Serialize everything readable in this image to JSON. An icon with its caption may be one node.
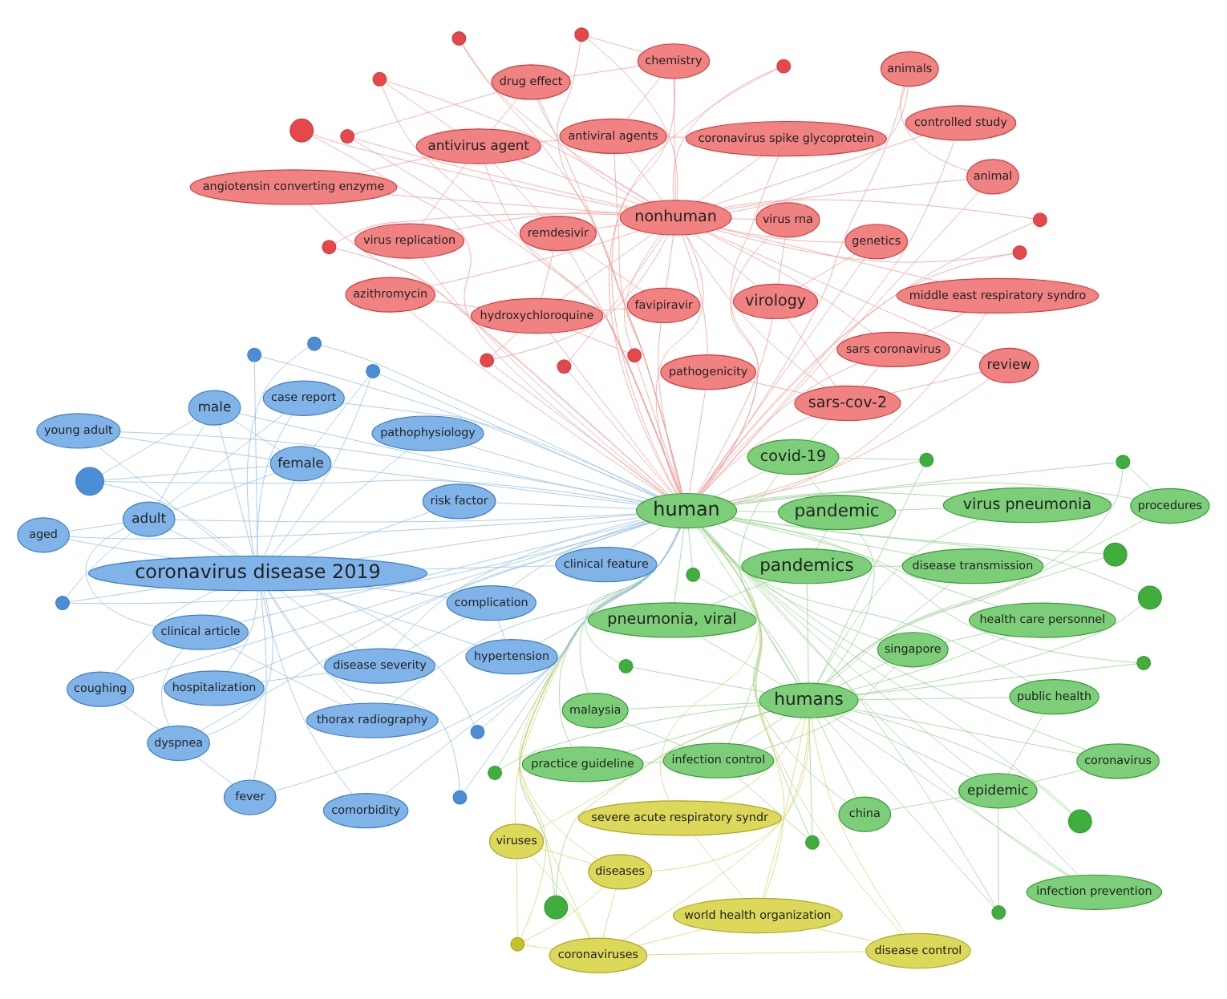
{
  "diagram": {
    "nodes": [
      {
        "text": [
          "coronaviruses"
        ]
      },
      {
        "text": [
          "disease control"
        ]
      },
      {
        "text": [],
        "shape": "circle"
      },
      {
        "text": [
          "viruses"
        ]
      },
      {
        "text": [
          "public health"
        ]
      },
      {
        "text": [
          "infection control"
        ]
      },
      {
        "text": [],
        "shape": "circle"
      },
      {
        "text": [
          "coronavirus"
        ]
      },
      {
        "text": [],
        "shape": "circle"
      },
      {
        "text": [
          "world health organization"
        ]
      },
      {
        "text": [],
        "shape": "circle"
      },
      {
        "text": [
          "malaysia"
        ]
      },
      {
        "text": [
          "diseases"
        ]
      },
      {
        "text": [
          "singapore"
        ]
      },
      {
        "text": [],
        "shape": "circle"
      },
      {
        "text": [
          "epidemic"
        ]
      },
      {
        "text": [
          "disease transmission"
        ]
      },
      {
        "text": [],
        "shape": "circle"
      },
      {
        "text": [
          "severe acute respiratory syndr"
        ]
      },
      {
        "text": [
          "china"
        ]
      },
      {
        "text": [],
        "shape": "circle"
      },
      {
        "text": [
          "practice guideline"
        ]
      },
      {
        "text": [
          "procedures"
        ]
      },
      {
        "text": [
          "health care personnel"
        ]
      },
      {
        "text": [
          "pandemics"
        ]
      },
      {
        "text": [
          "infection prevention"
        ]
      },
      {
        "text": [
          "covid-19"
        ]
      },
      {
        "text": [
          "sars coronavirus"
        ]
      },
      {
        "text": [],
        "shape": "circle"
      },
      {
        "text": [],
        "shape": "circle"
      },
      {
        "text": [],
        "shape": "circle"
      },
      {
        "text": [
          "middle east respiratory syndro"
        ]
      },
      {
        "text": [
          "pneumonia, viral"
        ]
      },
      {
        "text": [
          "humans"
        ]
      },
      {
        "text": [
          "sars-cov-2"
        ]
      },
      {
        "text": [],
        "shape": "circle"
      },
      {
        "text": [],
        "shape": "circle"
      },
      {
        "text": [
          "animals"
        ]
      },
      {
        "text": [
          "pandemic"
        ]
      },
      {
        "text": [
          "young adult"
        ]
      },
      {
        "text": [],
        "shape": "circle"
      },
      {
        "text": [],
        "shape": "circle"
      },
      {
        "text": [
          "pathogenicity"
        ]
      },
      {
        "text": [
          "genetics"
        ]
      },
      {
        "text": [
          "animal"
        ]
      },
      {
        "text": [],
        "shape": "circle"
      },
      {
        "text": [],
        "shape": "circle"
      },
      {
        "text": [
          "virus pneumonia"
        ]
      },
      {
        "text": [
          "coronavirus spike glycoprotein"
        ]
      },
      {
        "text": [
          "human"
        ]
      },
      {
        "text": [
          "female"
        ]
      },
      {
        "text": [],
        "shape": "circle"
      },
      {
        "text": [
          "virology"
        ]
      },
      {
        "text": [
          "chemistry"
        ]
      },
      {
        "text": [
          "virus rna"
        ]
      },
      {
        "text": [],
        "shape": "circle"
      },
      {
        "text": [
          "coronavirus disease 2019"
        ]
      },
      {
        "text": [
          "male"
        ]
      },
      {
        "text": [],
        "shape": "circle"
      },
      {
        "text": [],
        "shape": "circle"
      },
      {
        "text": [],
        "shape": "circle"
      },
      {
        "text": [
          "antiviral agents"
        ]
      },
      {
        "text": [],
        "shape": "circle"
      },
      {
        "text": [
          "nonhuman"
        ]
      },
      {
        "text": [],
        "shape": "circle"
      },
      {
        "text": [
          "coughing"
        ]
      },
      {
        "text": [
          "risk factor"
        ]
      },
      {
        "text": [
          "controlled study"
        ]
      },
      {
        "text": [],
        "shape": "circle"
      },
      {
        "text": [
          "virus replication"
        ]
      },
      {
        "text": [
          "comorbidity"
        ]
      },
      {
        "text": [
          "adult"
        ]
      },
      {
        "text": [
          "drug effect"
        ]
      },
      {
        "text": [
          "aged"
        ]
      },
      {
        "text": [],
        "shape": "circle"
      },
      {
        "text": [
          "review"
        ]
      },
      {
        "text": [
          "disease severity"
        ]
      },
      {
        "text": [
          "antivirus agent"
        ]
      },
      {
        "text": [
          "fever"
        ]
      },
      {
        "text": [
          "dyspnea"
        ]
      },
      {
        "text": [
          "angiotensin converting enzyme"
        ]
      },
      {
        "text": [],
        "shape": "circle"
      },
      {
        "text": [
          "clinical feature"
        ]
      },
      {
        "text": [
          "thorax radiography"
        ]
      },
      {
        "text": [],
        "shape": "circle"
      },
      {
        "text": [],
        "shape": "circle"
      },
      {
        "text": [
          "complication"
        ]
      },
      {
        "text": [],
        "shape": "circle"
      },
      {
        "text": [
          "remdesivir"
        ]
      },
      {
        "text": [],
        "shape": "circle"
      },
      {
        "text": [
          "case report"
        ]
      },
      {
        "text": [
          "hospitalization"
        ]
      },
      {
        "text": [
          "pathophysiology"
        ]
      },
      {
        "text": [
          "clinical article"
        ]
      },
      {
        "text": [
          "hydroxychloroquine"
        ]
      },
      {
        "text": [],
        "shape": "circle"
      },
      {
        "text": [
          "favipiravir"
        ]
      },
      {
        "text": [
          "hypertension"
        ]
      },
      {
        "text": [],
        "shape": "circle"
      },
      {
        "text": [
          "azithromycin"
        ]
      }
    ],
    "edges": [
      {
        "from": 0,
        "to": 49,
        "arrow": "none",
        "color": "#dcd87a"
      },
      {
        "from": 1,
        "to": 49,
        "arrow": "none",
        "color": "#dcd87a"
      },
      {
        "from": 2,
        "to": 49,
        "arrow": "none",
        "color": "#9ed59a"
      },
      {
        "from": 3,
        "to": 49,
        "arrow": "none",
        "color": "#dcd87a"
      },
      {
        "from": 4,
        "to": 49,
        "arrow": "none",
        "color": "#9ed59a"
      },
      {
        "from": 5,
        "to": 49,
        "arrow": "none",
        "color": "#9ed59a"
      },
      {
        "from": 6,
        "to": 49,
        "arrow": "none",
        "color": "#9ed59a"
      },
      {
        "from": 7,
        "to": 49,
        "arrow": "none",
        "color": "#9ed59a"
      },
      {
        "from": 8,
        "to": 49,
        "arrow": "none",
        "color": "#dcd87a"
      },
      {
        "from": 9,
        "to": 49,
        "arrow": "none",
        "color": "#dcd87a"
      },
      {
        "from": 10,
        "to": 49,
        "arrow": "none",
        "color": "#9ed59a"
      },
      {
        "from": 11,
        "to": 49,
        "arrow": "none",
        "color": "#9ed59a"
      },
      {
        "from": 12,
        "to": 49,
        "arrow": "none",
        "color": "#dcd87a"
      },
      {
        "from": 13,
        "to": 49,
        "arrow": "none",
        "color": "#9ed59a"
      },
      {
        "from": 14,
        "to": 49,
        "arrow": "none",
        "color": "#9ed59a"
      },
      {
        "from": 15,
        "to": 49,
        "arrow": "none",
        "color": "#9ed59a"
      },
      {
        "from": 16,
        "to": 49,
        "arrow": "none",
        "color": "#9ed59a"
      },
      {
        "from": 17,
        "to": 49,
        "arrow": "none",
        "color": "#9ed59a"
      },
      {
        "from": 18,
        "to": 49,
        "arrow": "none",
        "color": "#dcd87a"
      },
      {
        "from": 19,
        "to": 49,
        "arrow": "none",
        "color": "#9ed59a"
      },
      {
        "from": 20,
        "to": 49,
        "arrow": "none",
        "color": "#9ed59a"
      },
      {
        "from": 21,
        "to": 49,
        "arrow": "none",
        "color": "#9ed59a"
      },
      {
        "from": 22,
        "to": 49,
        "arrow": "none",
        "color": "#9ed59a"
      },
      {
        "from": 23,
        "to": 49,
        "arrow": "none",
        "color": "#9ed59a"
      },
      {
        "from": 24,
        "to": 49,
        "arrow": "none",
        "color": "#9ed59a"
      },
      {
        "from": 25,
        "to": 49,
        "arrow": "none",
        "color": "#9ed59a"
      },
      {
        "from": 26,
        "to": 49,
        "arrow": "none",
        "color": "#9ed59a"
      },
      {
        "from": 27,
        "to": 49,
        "arrow": "none"
      },
      {
        "from": 28,
        "to": 49,
        "arrow": "none",
        "color": "#9ed59a"
      },
      {
        "from": 29,
        "to": 49,
        "arrow": "none",
        "color": "#9ed59a"
      },
      {
        "from": 30,
        "to": 49,
        "arrow": "none"
      },
      {
        "from": 31,
        "to": 49,
        "arrow": "none"
      },
      {
        "from": 32,
        "to": 49,
        "arrow": "none",
        "color": "#9ed59a"
      },
      {
        "from": 33,
        "to": 49,
        "arrow": "none",
        "color": "#9ed59a"
      },
      {
        "from": 34,
        "to": 49,
        "arrow": "none"
      },
      {
        "from": 35,
        "to": 49,
        "arrow": "none",
        "color": "#9ed59a"
      },
      {
        "from": 36,
        "to": 49,
        "arrow": "none",
        "color": "#9ed59a"
      },
      {
        "from": 37,
        "to": 49,
        "arrow": "none"
      },
      {
        "from": 38,
        "to": 49,
        "arrow": "none",
        "color": "#9ed59a"
      },
      {
        "from": 39,
        "to": 49,
        "arrow": "none",
        "color": "#9cc3ea"
      },
      {
        "from": 40,
        "to": 49,
        "arrow": "none",
        "color": "#9ed59a"
      },
      {
        "from": 41,
        "to": 49,
        "arrow": "none"
      },
      {
        "from": 42,
        "to": 49,
        "arrow": "none"
      },
      {
        "from": 43,
        "to": 49,
        "arrow": "none"
      },
      {
        "from": 44,
        "to": 49,
        "arrow": "none"
      },
      {
        "from": 45,
        "to": 49,
        "arrow": "none"
      },
      {
        "from": 46,
        "to": 49,
        "arrow": "none",
        "color": "#9ed59a"
      },
      {
        "from": 47,
        "to": 49,
        "arrow": "none",
        "color": "#9ed59a"
      },
      {
        "from": 48,
        "to": 49,
        "arrow": "none"
      },
      {
        "from": 50,
        "to": 49,
        "arrow": "none",
        "color": "#9cc3ea"
      },
      {
        "from": 51,
        "to": 49,
        "arrow": "none",
        "color": "#9cc3ea"
      },
      {
        "from": 52,
        "to": 49,
        "arrow": "none"
      },
      {
        "from": 53,
        "to": 49,
        "arrow": "none"
      },
      {
        "from": 54,
        "to": 49,
        "arrow": "none"
      },
      {
        "from": 55,
        "to": 49,
        "arrow": "none",
        "color": "#9cc3ea"
      },
      {
        "from": 56,
        "to": 49,
        "arrow": "none",
        "color": "#9cc3ea"
      },
      {
        "from": 57,
        "to": 49,
        "arrow": "none",
        "color": "#9cc3ea"
      },
      {
        "from": 58,
        "to": 49,
        "arrow": "none"
      },
      {
        "from": 59,
        "to": 49,
        "arrow": "none"
      },
      {
        "from": 60,
        "to": 49,
        "arrow": "none"
      },
      {
        "from": 61,
        "to": 49,
        "arrow": "none"
      },
      {
        "from": 62,
        "to": 49,
        "arrow": "none",
        "color": "#9cc3ea"
      },
      {
        "from": 63,
        "to": 49,
        "arrow": "none"
      },
      {
        "from": 64,
        "to": 49,
        "arrow": "none"
      },
      {
        "from": 65,
        "to": 49,
        "arrow": "none",
        "color": "#9cc3ea"
      },
      {
        "from": 66,
        "to": 49,
        "arrow": "none",
        "color": "#9cc3ea"
      },
      {
        "from": 67,
        "to": 49,
        "arrow": "none"
      },
      {
        "from": 68,
        "to": 49,
        "arrow": "none",
        "color": "#9cc3ea"
      },
      {
        "from": 69,
        "to": 49,
        "arrow": "none"
      },
      {
        "from": 70,
        "to": 49,
        "arrow": "none",
        "color": "#9cc3ea"
      },
      {
        "from": 71,
        "to": 49,
        "arrow": "none",
        "color": "#9cc3ea"
      },
      {
        "from": 72,
        "to": 49,
        "arrow": "none"
      },
      {
        "from": 73,
        "to": 49,
        "arrow": "none",
        "color": "#9cc3ea"
      },
      {
        "from": 74,
        "to": 49,
        "arrow": "none"
      },
      {
        "from": 75,
        "to": 49,
        "arrow": "none"
      },
      {
        "from": 76,
        "to": 49,
        "arrow": "none",
        "color": "#9cc3ea"
      },
      {
        "from": 77,
        "to": 49,
        "arrow": "none"
      },
      {
        "from": 78,
        "to": 49,
        "arrow": "none",
        "color": "#9cc3ea"
      },
      {
        "from": 79,
        "to": 49,
        "arrow": "none",
        "color": "#9cc3ea"
      },
      {
        "from": 80,
        "to": 49,
        "arrow": "none"
      },
      {
        "from": 81,
        "to": 49,
        "arrow": "none"
      },
      {
        "from": 82,
        "to": 49,
        "arrow": "none",
        "color": "#9cc3ea"
      },
      {
        "from": 83,
        "to": 49,
        "arrow": "none",
        "color": "#9cc3ea"
      },
      {
        "from": 84,
        "to": 49,
        "arrow": "none",
        "color": "#9cc3ea"
      },
      {
        "from": 85,
        "to": 49,
        "arrow": "none",
        "color": "#9cc3ea"
      },
      {
        "from": 86,
        "to": 49,
        "arrow": "none",
        "color": "#9cc3ea"
      },
      {
        "from": 87,
        "to": 49,
        "arrow": "none"
      },
      {
        "from": 88,
        "to": 49,
        "arrow": "none"
      },
      {
        "from": 89,
        "to": 49,
        "arrow": "none"
      },
      {
        "from": 90,
        "to": 49,
        "arrow": "none",
        "color": "#9cc3ea"
      },
      {
        "from": 91,
        "to": 49,
        "arrow": "none",
        "color": "#9cc3ea"
      },
      {
        "from": 92,
        "to": 49,
        "arrow": "none",
        "color": "#9cc3ea"
      },
      {
        "from": 93,
        "to": 49,
        "arrow": "none",
        "color": "#9cc3ea"
      },
      {
        "from": 94,
        "to": 49,
        "arrow": "none"
      },
      {
        "from": 95,
        "to": 49,
        "arrow": "none"
      },
      {
        "from": 96,
        "to": 49,
        "arrow": "none"
      },
      {
        "from": 97,
        "to": 49,
        "arrow": "none",
        "color": "#9cc3ea"
      },
      {
        "from": 98,
        "to": 49,
        "arrow": "none",
        "color": "#9cc3ea"
      },
      {
        "from": 99,
        "to": 49,
        "arrow": "none"
      },
      {
        "from": 39,
        "to": 56,
        "arrow": "none",
        "color": "#9cc3ea"
      },
      {
        "from": 50,
        "to": 56,
        "arrow": "none",
        "color": "#9cc3ea"
      },
      {
        "from": 51,
        "to": 56,
        "arrow": "none",
        "color": "#9cc3ea"
      },
      {
        "from": 55,
        "to": 56,
        "arrow": "none",
        "color": "#9cc3ea"
      },
      {
        "from": 57,
        "to": 56,
        "arrow": "none",
        "color": "#9cc3ea"
      },
      {
        "from": 62,
        "to": 56,
        "arrow": "none",
        "color": "#9cc3ea"
      },
      {
        "from": 65,
        "to": 56,
        "arrow": "none",
        "color": "#9cc3ea"
      },
      {
        "from": 66,
        "to": 56,
        "arrow": "none",
        "color": "#9cc3ea"
      },
      {
        "from": 68,
        "to": 56,
        "arrow": "none",
        "color": "#9cc3ea"
      },
      {
        "from": 70,
        "to": 56,
        "arrow": "none",
        "color": "#9cc3ea"
      },
      {
        "from": 71,
        "to": 56,
        "arrow": "none",
        "color": "#9cc3ea"
      },
      {
        "from": 73,
        "to": 56,
        "arrow": "none",
        "color": "#9cc3ea"
      },
      {
        "from": 76,
        "to": 56,
        "arrow": "none",
        "color": "#9cc3ea"
      },
      {
        "from": 78,
        "to": 56,
        "arrow": "none",
        "color": "#9cc3ea"
      },
      {
        "from": 79,
        "to": 56,
        "arrow": "none",
        "color": "#9cc3ea"
      },
      {
        "from": 82,
        "to": 56,
        "arrow": "none",
        "color": "#9cc3ea"
      },
      {
        "from": 83,
        "to": 56,
        "arrow": "none",
        "color": "#9cc3ea"
      },
      {
        "from": 84,
        "to": 56,
        "arrow": "none",
        "color": "#9cc3ea"
      },
      {
        "from": 85,
        "to": 56,
        "arrow": "none",
        "color": "#9cc3ea"
      },
      {
        "from": 86,
        "to": 56,
        "arrow": "none",
        "color": "#9cc3ea"
      },
      {
        "from": 90,
        "to": 56,
        "arrow": "none",
        "color": "#9cc3ea"
      },
      {
        "from": 91,
        "to": 56,
        "arrow": "none",
        "color": "#9cc3ea"
      },
      {
        "from": 92,
        "to": 56,
        "arrow": "none",
        "color": "#9cc3ea"
      },
      {
        "from": 93,
        "to": 56,
        "arrow": "none",
        "color": "#9cc3ea"
      },
      {
        "from": 97,
        "to": 56,
        "arrow": "none",
        "color": "#9cc3ea"
      },
      {
        "from": 98,
        "to": 56,
        "arrow": "none",
        "color": "#9cc3ea"
      },
      {
        "from": 27,
        "to": 63,
        "arrow": "none"
      },
      {
        "from": 30,
        "to": 63,
        "arrow": "none"
      },
      {
        "from": 31,
        "to": 63,
        "arrow": "none"
      },
      {
        "from": 34,
        "to": 63,
        "arrow": "none"
      },
      {
        "from": 37,
        "to": 63,
        "arrow": "none"
      },
      {
        "from": 41,
        "to": 63,
        "arrow": "none"
      },
      {
        "from": 42,
        "to": 63,
        "arrow": "none"
      },
      {
        "from": 43,
        "to": 63,
        "arrow": "none"
      },
      {
        "from": 44,
        "to": 63,
        "arrow": "none"
      },
      {
        "from": 45,
        "to": 63,
        "arrow": "none"
      },
      {
        "from": 48,
        "to": 63,
        "arrow": "none"
      },
      {
        "from": 52,
        "to": 63,
        "arrow": "none"
      },
      {
        "from": 53,
        "to": 63,
        "arrow": "none"
      },
      {
        "from": 54,
        "to": 63,
        "arrow": "none"
      },
      {
        "from": 58,
        "to": 63,
        "arrow": "none"
      },
      {
        "from": 59,
        "to": 63,
        "arrow": "none"
      },
      {
        "from": 60,
        "to": 63,
        "arrow": "none"
      },
      {
        "from": 61,
        "to": 63,
        "arrow": "none"
      },
      {
        "from": 64,
        "to": 63,
        "arrow": "none"
      },
      {
        "from": 67,
        "to": 63,
        "arrow": "none"
      },
      {
        "from": 69,
        "to": 63,
        "arrow": "none"
      },
      {
        "from": 72,
        "to": 63,
        "arrow": "none"
      },
      {
        "from": 74,
        "to": 63,
        "arrow": "none"
      },
      {
        "from": 75,
        "to": 63,
        "arrow": "none"
      },
      {
        "from": 77,
        "to": 63,
        "arrow": "none"
      },
      {
        "from": 80,
        "to": 63,
        "arrow": "none"
      },
      {
        "from": 81,
        "to": 63,
        "arrow": "none"
      },
      {
        "from": 87,
        "to": 63,
        "arrow": "none"
      },
      {
        "from": 88,
        "to": 63,
        "arrow": "none"
      },
      {
        "from": 89,
        "to": 63,
        "arrow": "none"
      },
      {
        "from": 94,
        "to": 63,
        "arrow": "none"
      },
      {
        "from": 95,
        "to": 63,
        "arrow": "none"
      },
      {
        "from": 96,
        "to": 63,
        "arrow": "none"
      },
      {
        "from": 99,
        "to": 63,
        "arrow": "none"
      },
      {
        "from": 2,
        "to": 33,
        "arrow": "none",
        "color": "#9ed59a"
      },
      {
        "from": 4,
        "to": 33,
        "arrow": "none",
        "color": "#9ed59a"
      },
      {
        "from": 5,
        "to": 33,
        "arrow": "none",
        "color": "#9ed59a"
      },
      {
        "from": 6,
        "to": 33,
        "arrow": "none",
        "color": "#9ed59a"
      },
      {
        "from": 7,
        "to": 33,
        "arrow": "none",
        "color": "#9ed59a"
      },
      {
        "from": 10,
        "to": 33,
        "arrow": "none",
        "color": "#9ed59a"
      },
      {
        "from": 11,
        "to": 33,
        "arrow": "none",
        "color": "#9ed59a"
      },
      {
        "from": 13,
        "to": 33,
        "arrow": "none",
        "color": "#9ed59a"
      },
      {
        "from": 14,
        "to": 33,
        "arrow": "none",
        "color": "#9ed59a"
      },
      {
        "from": 15,
        "to": 33,
        "arrow": "none",
        "color": "#9ed59a"
      },
      {
        "from": 16,
        "to": 33,
        "arrow": "none",
        "color": "#9ed59a"
      },
      {
        "from": 17,
        "to": 33,
        "arrow": "none",
        "color": "#9ed59a"
      },
      {
        "from": 19,
        "to": 33,
        "arrow": "none",
        "color": "#9ed59a"
      },
      {
        "from": 20,
        "to": 33,
        "arrow": "none",
        "color": "#9ed59a"
      },
      {
        "from": 21,
        "to": 33,
        "arrow": "none",
        "color": "#9ed59a"
      },
      {
        "from": 22,
        "to": 33,
        "arrow": "none",
        "color": "#9ed59a"
      },
      {
        "from": 23,
        "to": 33,
        "arrow": "none",
        "color": "#9ed59a"
      },
      {
        "from": 24,
        "to": 33,
        "arrow": "none",
        "color": "#9ed59a"
      },
      {
        "from": 25,
        "to": 33,
        "arrow": "none",
        "color": "#9ed59a"
      },
      {
        "from": 26,
        "to": 33,
        "arrow": "none",
        "color": "#9ed59a"
      },
      {
        "from": 28,
        "to": 33,
        "arrow": "none",
        "color": "#9ed59a"
      },
      {
        "from": 29,
        "to": 33,
        "arrow": "none",
        "color": "#9ed59a"
      },
      {
        "from": 32,
        "to": 33,
        "arrow": "none",
        "color": "#9ed59a"
      },
      {
        "from": 35,
        "to": 33,
        "arrow": "none",
        "color": "#9ed59a"
      },
      {
        "from": 36,
        "to": 33,
        "arrow": "none",
        "color": "#9ed59a"
      },
      {
        "from": 38,
        "to": 33,
        "arrow": "none",
        "color": "#9ed59a"
      },
      {
        "from": 40,
        "to": 33,
        "arrow": "none",
        "color": "#9ed59a"
      },
      {
        "from": 46,
        "to": 33,
        "arrow": "none",
        "color": "#9ed59a"
      },
      {
        "from": 47,
        "to": 33,
        "arrow": "none",
        "color": "#9ed59a"
      },
      {
        "from": 0,
        "to": 3,
        "arrow": "none",
        "color": "#dcd87a"
      },
      {
        "from": 0,
        "to": 8,
        "arrow": "none",
        "color": "#dcd87a"
      },
      {
        "from": 3,
        "to": 12,
        "arrow": "none",
        "color": "#dcd87a"
      },
      {
        "from": 0,
        "to": 12,
        "arrow": "none",
        "color": "#dcd87a"
      },
      {
        "from": 3,
        "to": 8,
        "arrow": "none",
        "color": "#dcd87a"
      },
      {
        "from": 1,
        "to": 9,
        "arrow": "none",
        "color": "#dcd87a"
      },
      {
        "from": 9,
        "to": 18,
        "arrow": "none",
        "color": "#dcd87a"
      },
      {
        "from": 0,
        "to": 9,
        "arrow": "none",
        "color": "#dcd87a"
      },
      {
        "from": 8,
        "to": 12,
        "arrow": "none",
        "color": "#dcd87a"
      },
      {
        "from": 1,
        "to": 0,
        "arrow": "none",
        "color": "#dcd87a"
      },
      {
        "from": 0,
        "to": 33,
        "arrow": "none",
        "color": "#dcd87a"
      },
      {
        "from": 1,
        "to": 33,
        "arrow": "none",
        "color": "#dcd87a"
      },
      {
        "from": 3,
        "to": 33,
        "arrow": "none",
        "color": "#dcd87a"
      },
      {
        "from": 9,
        "to": 33,
        "arrow": "none",
        "color": "#dcd87a"
      },
      {
        "from": 12,
        "to": 33,
        "arrow": "none",
        "color": "#dcd87a"
      },
      {
        "from": 18,
        "to": 33,
        "arrow": "none",
        "color": "#dcd87a"
      },
      {
        "from": 71,
        "to": 50,
        "arrow": "none",
        "color": "#9cc3ea"
      },
      {
        "from": 71,
        "to": 57,
        "arrow": "none",
        "color": "#9cc3ea"
      },
      {
        "from": 50,
        "to": 57,
        "arrow": "none",
        "color": "#9cc3ea"
      },
      {
        "from": 71,
        "to": 73,
        "arrow": "none",
        "color": "#9cc3ea"
      },
      {
        "from": 71,
        "to": 90,
        "arrow": "none",
        "color": "#9cc3ea"
      },
      {
        "from": 93,
        "to": 83,
        "arrow": "none",
        "color": "#9cc3ea"
      },
      {
        "from": 93,
        "to": 79,
        "arrow": "none",
        "color": "#9cc3ea"
      },
      {
        "from": 65,
        "to": 79,
        "arrow": "none",
        "color": "#9cc3ea"
      },
      {
        "from": 78,
        "to": 79,
        "arrow": "none",
        "color": "#9cc3ea"
      },
      {
        "from": 71,
        "to": 93,
        "arrow": "none",
        "color": "#9cc3ea"
      },
      {
        "from": 39,
        "to": 50,
        "arrow": "none",
        "color": "#9cc3ea"
      },
      {
        "from": 51,
        "to": 50,
        "arrow": "none",
        "color": "#9cc3ea"
      },
      {
        "from": 62,
        "to": 71,
        "arrow": "none",
        "color": "#9cc3ea"
      },
      {
        "from": 55,
        "to": 57,
        "arrow": "none",
        "color": "#9cc3ea"
      },
      {
        "from": 55,
        "to": 50,
        "arrow": "none",
        "color": "#9cc3ea"
      },
      {
        "from": 76,
        "to": 86,
        "arrow": "none",
        "color": "#9cc3ea"
      },
      {
        "from": 76,
        "to": 91,
        "arrow": "none",
        "color": "#9cc3ea"
      },
      {
        "from": 97,
        "to": 86,
        "arrow": "none",
        "color": "#9cc3ea"
      },
      {
        "from": 77,
        "to": 61,
        "arrow": "none"
      },
      {
        "from": 77,
        "to": 72,
        "arrow": "none"
      },
      {
        "from": 77,
        "to": 69,
        "arrow": "none"
      },
      {
        "from": 77,
        "to": 80,
        "arrow": "none"
      },
      {
        "from": 61,
        "to": 53,
        "arrow": "none"
      },
      {
        "from": 72,
        "to": 53,
        "arrow": "none"
      },
      {
        "from": 48,
        "to": 61,
        "arrow": "none"
      },
      {
        "from": 88,
        "to": 94,
        "arrow": "none"
      },
      {
        "from": 94,
        "to": 99,
        "arrow": "none"
      },
      {
        "from": 94,
        "to": 96,
        "arrow": "none"
      },
      {
        "from": 88,
        "to": 96,
        "arrow": "none"
      },
      {
        "from": 88,
        "to": 77,
        "arrow": "none"
      },
      {
        "from": 27,
        "to": 34,
        "arrow": "none"
      },
      {
        "from": 31,
        "to": 27,
        "arrow": "none"
      },
      {
        "from": 37,
        "to": 44,
        "arrow": "none"
      },
      {
        "from": 43,
        "to": 52,
        "arrow": "none"
      },
      {
        "from": 52,
        "to": 34,
        "arrow": "none"
      },
      {
        "from": 75,
        "to": 34,
        "arrow": "none"
      },
      {
        "from": 81,
        "to": 72,
        "arrow": "none"
      },
      {
        "from": 60,
        "to": 53,
        "arrow": "none"
      },
      {
        "from": 87,
        "to": 77,
        "arrow": "none"
      },
      {
        "from": 89,
        "to": 94,
        "arrow": "none"
      },
      {
        "from": 95,
        "to": 94,
        "arrow": "none"
      },
      {
        "from": 42,
        "to": 34,
        "arrow": "none"
      },
      {
        "from": 54,
        "to": 52,
        "arrow": "none"
      },
      {
        "from": 24,
        "to": 38,
        "arrow": "none",
        "color": "#9ed59a"
      },
      {
        "from": 24,
        "to": 32,
        "arrow": "none",
        "color": "#9ed59a"
      },
      {
        "from": 15,
        "to": 19,
        "arrow": "none",
        "color": "#9ed59a"
      },
      {
        "from": 15,
        "to": 25,
        "arrow": "none",
        "color": "#9ed59a"
      },
      {
        "from": 5,
        "to": 13,
        "arrow": "none",
        "color": "#9ed59a"
      },
      {
        "from": 5,
        "to": 11,
        "arrow": "none",
        "color": "#9ed59a"
      },
      {
        "from": 5,
        "to": 21,
        "arrow": "none",
        "color": "#9ed59a"
      },
      {
        "from": 13,
        "to": 23,
        "arrow": "none",
        "color": "#9ed59a"
      },
      {
        "from": 7,
        "to": 15,
        "arrow": "none",
        "color": "#9ed59a"
      },
      {
        "from": 26,
        "to": 38,
        "arrow": "none",
        "color": "#9ed59a"
      },
      {
        "from": 4,
        "to": 15,
        "arrow": "none",
        "color": "#9ed59a"
      },
      {
        "from": 5,
        "to": 2,
        "arrow": "none",
        "color": "#9ed59a"
      },
      {
        "from": 10,
        "to": 15,
        "arrow": "none",
        "color": "#9ed59a"
      },
      {
        "from": 14,
        "to": 22,
        "arrow": "none",
        "color": "#9ed59a"
      },
      {
        "from": 20,
        "to": 26,
        "arrow": "none",
        "color": "#9ed59a"
      },
      {
        "from": 47,
        "to": 38,
        "arrow": "none",
        "color": "#9ed59a"
      },
      {
        "from": 16,
        "to": 24,
        "arrow": "none",
        "color": "#9ed59a"
      },
      {
        "from": 26,
        "to": 34,
        "arrow": "none",
        "color": "#9ed59a"
      }
    ]
  }
}
